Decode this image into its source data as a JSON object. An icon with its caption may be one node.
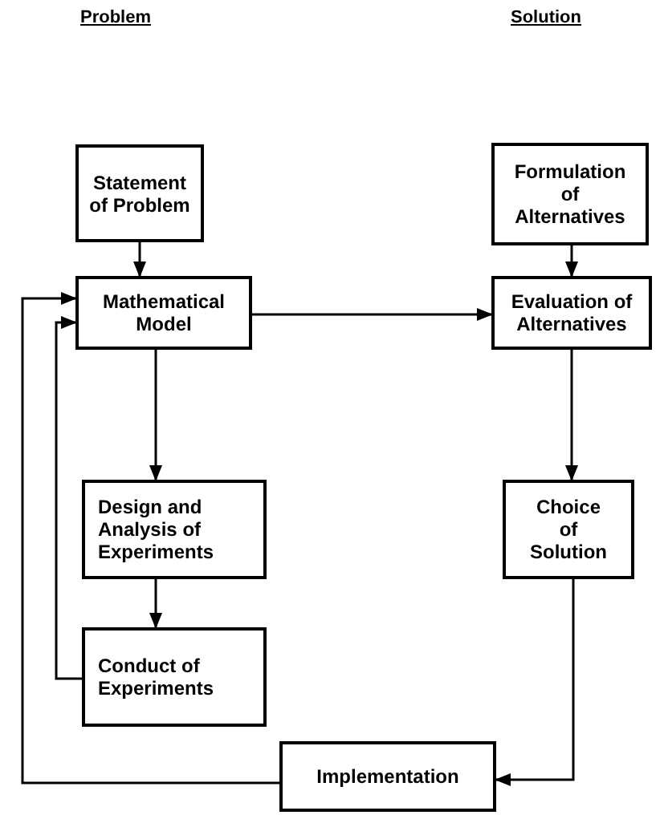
{
  "diagram": {
    "nodes": [
      {
        "text": [
          "Statement of Problem"
        ]
      },
      {
        "text": [
          "Mathematical Model"
        ]
      },
      {
        "text": [
          "Design and Analysis of Experiments"
        ]
      },
      {
        "text": [
          "Conduct of Experiments"
        ]
      },
      {
        "text": [
          "Formulation of Alternatives"
        ]
      },
      {
        "text": [
          "Evaluation of Alternatives"
        ]
      },
      {
        "text": [
          "Choice of Solution"
        ]
      },
      {
        "text": [
          "Implementation"
        ]
      }
    ],
    "edges": [
      {
        "from": 0,
        "to": 1,
        "arrow": "to"
      },
      {
        "from": 1,
        "to": 2,
        "arrow": "to"
      },
      {
        "from": 2,
        "to": 3,
        "arrow": "to"
      },
      {
        "from": 3,
        "to": 1,
        "arrow": "to"
      },
      {
        "from": 7,
        "to": 1,
        "arrow": "to"
      },
      {
        "from": 1,
        "to": 5,
        "arrow": "to"
      },
      {
        "from": 4,
        "to": 5,
        "arrow": "to"
      },
      {
        "from": 5,
        "to": 6,
        "arrow": "to"
      },
      {
        "from": 6,
        "to": 7,
        "arrow": "to"
      }
    ],
    "labels": [
      "Problem",
      "Solution"
    ]
  }
}
